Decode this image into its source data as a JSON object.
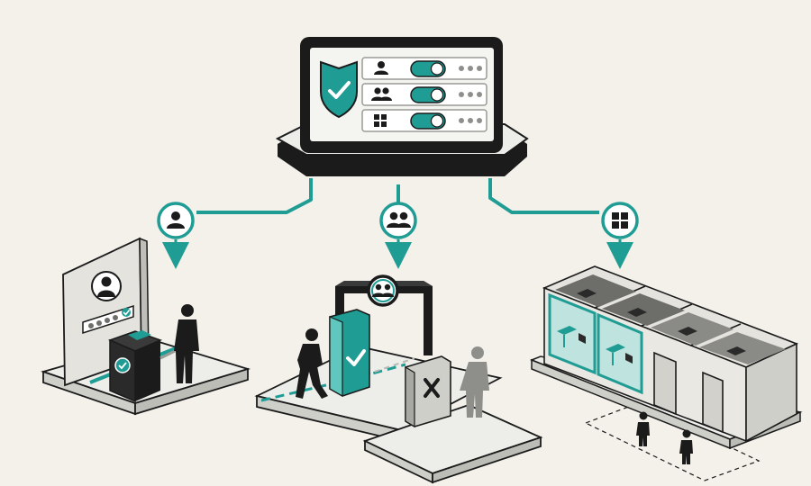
{
  "colors": {
    "background": "#f3f1ea",
    "accent": "#1f9c93",
    "accent_light": "#5fc7bd",
    "ink": "#1b1b1b",
    "platform_top": "#ededea",
    "platform_side": "#cfcfca",
    "wall": "#d9d8d3"
  },
  "console": {
    "shield": "shield-check-icon",
    "rows": [
      {
        "icon": "single-user-icon",
        "toggle": "on",
        "status_dots": 3
      },
      {
        "icon": "user-group-icon",
        "toggle": "on",
        "status_dots": 3
      },
      {
        "icon": "grid-apps-icon",
        "toggle": "on",
        "status_dots": 3
      }
    ]
  },
  "branches": [
    {
      "id": "individual",
      "icon": "single-user-icon",
      "scene": "kiosk-turnstile"
    },
    {
      "id": "group",
      "icon": "user-group-icon",
      "scene": "gate-allowed-denied"
    },
    {
      "id": "zones",
      "icon": "grid-apps-icon",
      "scene": "office-rooms"
    }
  ]
}
